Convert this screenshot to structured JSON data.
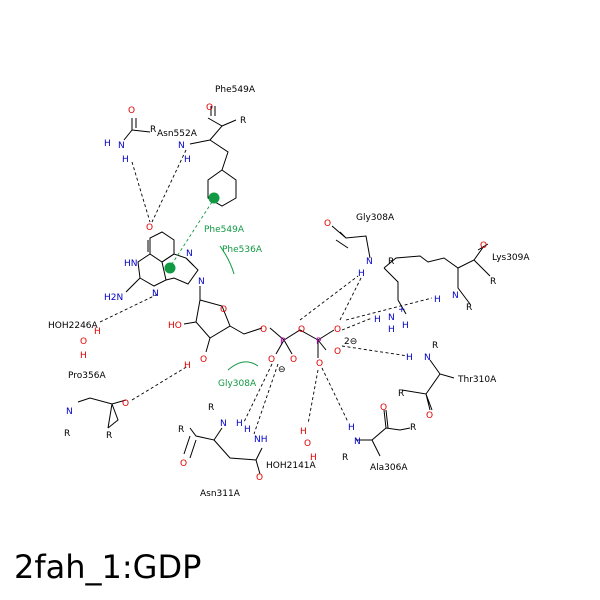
{
  "title": "2fah_1:GDP",
  "residues": {
    "phe549_top": "Phe549A",
    "asn552": "Asn552A",
    "phe549_pi": "Phe549A",
    "phe536": "Phe536A",
    "gly308_top": "Gly308A",
    "lys309": "Lys309A",
    "hoh2246": "HOH2246A",
    "pro356": "Pro356A",
    "gly308_bottom": "Gly308A",
    "thr310": "Thr310A",
    "hoh2141": "HOH2141A",
    "ala306": "Ala306A",
    "asn311": "Asn311A"
  },
  "atoms": {
    "N": "N",
    "O": "O",
    "H": "H",
    "P": "P",
    "R": "R",
    "HO": "HO",
    "HN": "HN",
    "H2N": "H2N",
    "NH": "NH",
    "plus": "+",
    "minus": "⊖",
    "dianion": "2⊖"
  },
  "colors": {
    "nitrogen": "#0000cc",
    "oxygen": "#e00000",
    "phosphorus": "#b000b0",
    "interaction": "#119944"
  }
}
